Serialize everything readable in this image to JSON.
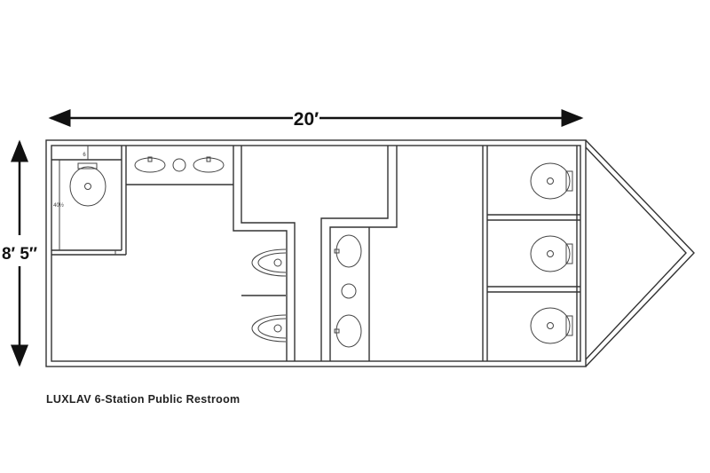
{
  "dimensions": {
    "length_label": "20′",
    "width_label": "8′ 5″",
    "stall_clearance_label": "6",
    "ada_depth_label": "40½"
  },
  "caption": "LUXLAV 6-Station Public Restroom",
  "fixtures": {
    "toilets": 4,
    "urinals": 2,
    "sinks": 4
  }
}
